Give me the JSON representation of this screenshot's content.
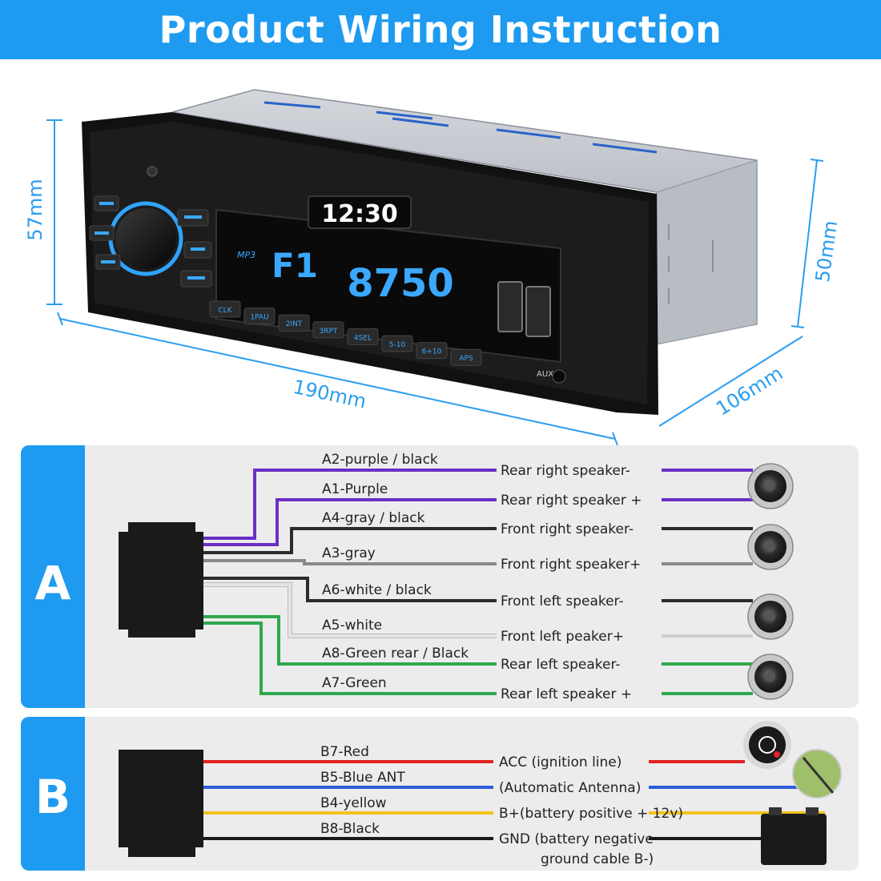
{
  "title": "Product Wiring Instruction",
  "dimensions": {
    "height_front": "57mm",
    "width": "190mm",
    "height_rear": "50mm",
    "depth": "106mm"
  },
  "radio": {
    "clock": "12:30",
    "band": "F1",
    "frequency": "8750",
    "mp3": "MP3",
    "aps_label": "APS",
    "aux": "AUX",
    "presets": [
      "CLK",
      "1PAU",
      "2INT",
      "3RPT",
      "4SEL",
      "5-10",
      "6+10",
      "APS"
    ]
  },
  "section_a": {
    "letter": "A",
    "wires": [
      {
        "label": "A2-purple / black",
        "function": "Rear right speaker-",
        "color": "#6a2fc4"
      },
      {
        "label": "A1-Purple",
        "function": "Rear right speaker +",
        "color": "#6a2fc4"
      },
      {
        "label": "A4-gray / black",
        "function": "Front right speaker-",
        "color": "#2b2b2b"
      },
      {
        "label": "A3-gray",
        "function": "Front right  speaker+",
        "color": "#8a8a8a"
      },
      {
        "label": "A6-white / black",
        "function": "Front left  speaker-",
        "color": "#2b2b2b"
      },
      {
        "label": "A5-white",
        "function": "Front left peaker+",
        "color": "#e4e4e4"
      },
      {
        "label": "A8-Green rear / Black",
        "function": "Rear left speaker-",
        "color": "#2ea84e"
      },
      {
        "label": "A7-Green",
        "function": "Rear left speaker +",
        "color": "#2ea84e"
      }
    ]
  },
  "section_b": {
    "letter": "B",
    "wires": [
      {
        "label": "B7-Red",
        "function": "ACC (ignition line)",
        "color": "#e32222"
      },
      {
        "label": "B5-Blue ANT",
        "function": "(Automatic Antenna)",
        "color": "#2a5fd8"
      },
      {
        "label": "B4-yellow",
        "function": "B+(battery positive + 12v)",
        "color": "#f2c21b"
      },
      {
        "label": "B8-Black",
        "function": "GND (battery negative",
        "function2": "ground cable B-)",
        "color": "#1a1a1a"
      }
    ]
  },
  "colors": {
    "banner": "#1e9bf0",
    "accent": "#1e9bf0",
    "panel": "#ececec",
    "display_text": "#3aa8ff"
  }
}
